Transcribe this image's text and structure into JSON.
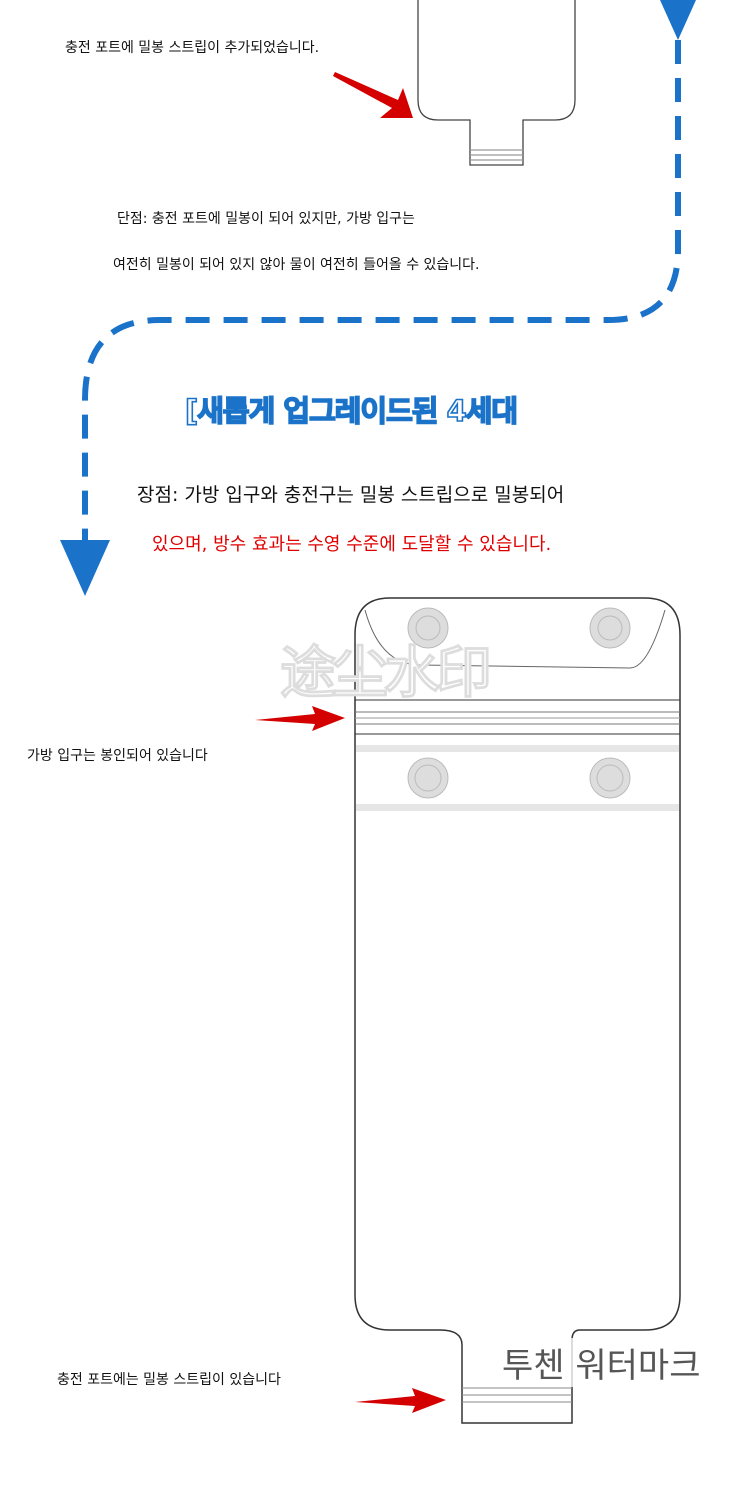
{
  "top_section": {
    "caption": "충전 포트에 밀봉 스트립이 추가되었습니다.",
    "drawback_line1": "단점: 충전 포트에 밀봉이 되어 있지만, 가방 입구는",
    "drawback_line2": "여전히 밀봉이 되어 있지 않아 물이 여전히 들어올 수 있습니다."
  },
  "new_section": {
    "headline": "[새롭게 업그레이드된 4세대",
    "advantage_line1": "장점: 가방 입구와 충전구는 밀봉 스트립으로 밀봉되어",
    "advantage_line2": "있으며, 방수 효과는 수영 수준에 도달할 수 있습니다.",
    "bag_opening_label": "가방 입구는 봉인되어 있습니다",
    "charging_port_label": "충전 포트에는 밀봉 스트립이 있습니다"
  },
  "watermarks": {
    "chinese": "途尘水印",
    "korean": "투첸 워터마크"
  },
  "colors": {
    "accent_blue": "#1a73c9",
    "arrow_red": "#d40000",
    "highlight_red": "#e00000"
  }
}
